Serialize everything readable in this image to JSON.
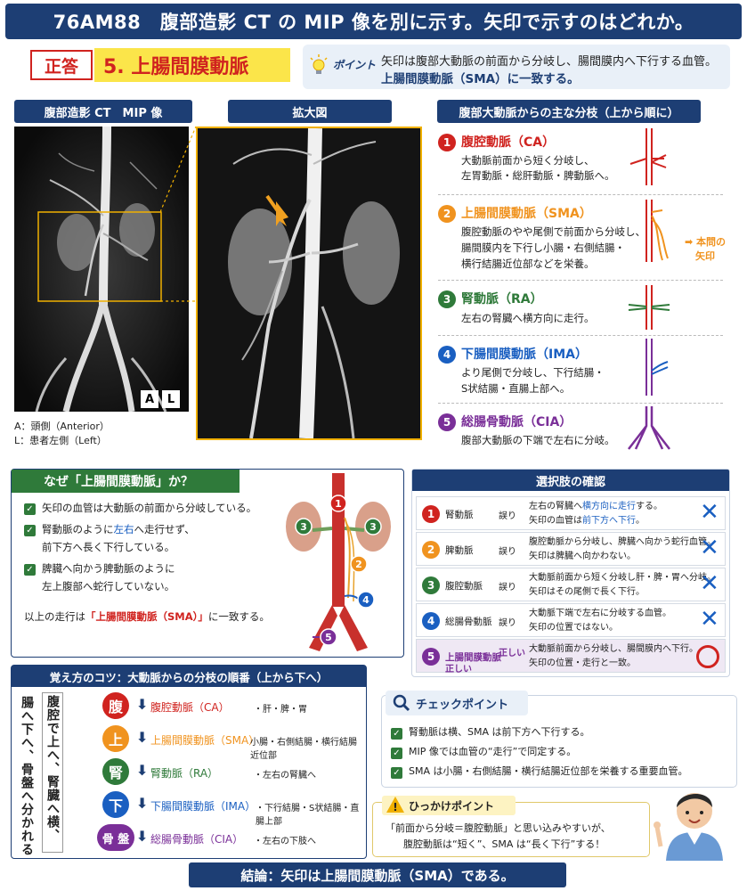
{
  "header": {
    "title": "76AM88　腹部造影 CT の MIP 像を別に示す。矢印で示すのはどれか。"
  },
  "answer": {
    "badge": "正答",
    "text": "5. 上腸間膜動脈"
  },
  "point": {
    "label": "ポイント",
    "line1": "矢印は腹部大動脈の前面から分岐し、腸間膜内へ下行する血管。",
    "line2": "上腸間膜動脈（SMA）に一致する。"
  },
  "panels": {
    "ct_title": "腹部造影 CT　MIP 像",
    "zoom_title": "拡大図",
    "branches_title": "腹部大動脈からの主な分枝（上から順に）",
    "orient_a": "A",
    "orient_l": "L",
    "caption_a": "A：頭側（Anterior）",
    "caption_l": "L：患者左側（Left）"
  },
  "branches": [
    {
      "num": "1",
      "name": "腹腔動脈（CA）",
      "color": "#d0231f",
      "desc1": "大動脈前面から短く分岐し、",
      "desc2": "左胃動脈・総肝動脈・脾動脈へ。",
      "desc3": ""
    },
    {
      "num": "2",
      "name": "上腸間膜動脈（SMA）",
      "color": "#f0931f",
      "desc1": "腹腔動脈のやや尾側で前面から分岐し、",
      "desc2": "腸間膜内を下行し小腸・右側結腸・",
      "desc3": "横行結腸近位部などを栄養。"
    },
    {
      "num": "3",
      "name": "腎動脈（RA）",
      "color": "#2f7a3a",
      "desc1": "左右の腎臓へ横方向に走行。",
      "desc2": "",
      "desc3": ""
    },
    {
      "num": "4",
      "name": "下腸間膜動脈（IMA）",
      "color": "#1a5fc1",
      "desc1": "より尾側で分岐し、下行結腸・",
      "desc2": "S状結腸・直腸上部へ。",
      "desc3": ""
    },
    {
      "num": "5",
      "name": "総腸骨動脈（CIA）",
      "color": "#7a2f98",
      "desc1": "腹部大動脈の下端で左右に分岐。",
      "desc2": "",
      "desc3": ""
    }
  ],
  "arrow_note": {
    "arrow": "➡",
    "line1": "本問の",
    "line2": "矢印"
  },
  "why": {
    "title": "なぜ「上腸間膜動脈」か？",
    "r1": "矢印の血管は大動脈の前面から分岐している。",
    "r2a": "腎動脈のように",
    "r2b": "左右",
    "r2c": "へ走行せず、",
    "r2d": "前下方へ長く下行している。",
    "r3a": "脾臓へ向かう脾動脈のように",
    "r3b": "左上腹部へ蛇行していない。",
    "concl_a": "以上の走行は",
    "concl_b": "「上腸間膜動脈（SMA）」",
    "concl_c": "に一致する。",
    "d1": "1",
    "d2": "2",
    "d3": "3",
    "d4": "4",
    "d5": "5"
  },
  "options": {
    "title": "選択肢の確認",
    "rows": [
      {
        "num": "1",
        "color": "#d0231f",
        "name": "腎動脈",
        "judge": "誤り",
        "d1": "左右の腎臓へ",
        "d1h": "横方向に走行",
        "d1e": "する。",
        "d2": "矢印の血管は",
        "d2h": "前下方へ下行",
        "d2e": "。",
        "mark": "✕"
      },
      {
        "num": "2",
        "color": "#f0931f",
        "name": "脾動脈",
        "judge": "誤り",
        "d1": "腹腔動脈から分岐し、脾臓へ向かう蛇行血管。",
        "d1h": "",
        "d1e": "",
        "d2": "矢印は脾臓へ向かわない。",
        "d2h": "",
        "d2e": "",
        "mark": "✕"
      },
      {
        "num": "3",
        "color": "#2f7a3a",
        "name": "腹腔動脈",
        "judge": "誤り",
        "d1": "大動脈前面から短く分岐し肝・脾・胃へ分岐。",
        "d1h": "",
        "d1e": "",
        "d2": "矢印はその尾側で長く下行。",
        "d2h": "",
        "d2e": "",
        "mark": "✕"
      },
      {
        "num": "4",
        "color": "#1a5fc1",
        "name": "総腸骨動脈",
        "judge": "誤り",
        "d1": "大動脈下端で左右に分岐する血管。",
        "d1h": "",
        "d1e": "",
        "d2": "矢印の位置ではない。",
        "d2h": "",
        "d2e": "",
        "mark": "✕"
      },
      {
        "num": "5",
        "color": "#7a2f98",
        "name": "上腸間膜動脈",
        "judge": "正しい",
        "d1": "大動脈前面から分岐し、腸間膜内へ下行。",
        "d1h": "",
        "d1e": "",
        "d2": "矢印の位置・走行と一致。",
        "d2h": "",
        "d2e": "",
        "mark": ""
      }
    ],
    "extra_correct": "正しい"
  },
  "memory": {
    "title": "覚え方のコツ：大動脈からの分枝の順番（上から下へ）",
    "vertical1": "腸へ下へ、骨盤へ分かれる",
    "vertical2": "腹腔で上へ、腎臓へ横、",
    "items": [
      {
        "kanji": "腹",
        "color": "#d0231f",
        "name": "腹腔動脈（CA）",
        "note": "・肝・脾・胃"
      },
      {
        "kanji": "上",
        "color": "#f0931f",
        "name": "上腸間膜動脈（SMA）",
        "note": "小腸・右側結腸・横行結腸近位部"
      },
      {
        "kanji": "腎",
        "color": "#2f7a3a",
        "name": "腎動脈（RA）",
        "note": "・左右の腎臓へ"
      },
      {
        "kanji": "下",
        "color": "#1a5fc1",
        "name": "下腸間膜動脈（IMA）",
        "note": "・下行結腸・S状結腸・直腸上部"
      },
      {
        "kanji": "骨 盤",
        "color": "#7a2f98",
        "name": "総腸骨動脈（CIA）",
        "note": "・左右の下肢へ"
      }
    ]
  },
  "check": {
    "title": "チェックポイント",
    "items": [
      "腎動脈は横、SMA は前下方へ下行する。",
      "MIP 像では血管の“走行”で同定する。",
      "SMA は小腸・右側結腸・横行結腸近位部を栄養する重要血管。"
    ]
  },
  "trap": {
    "title": "ひっかけポイント",
    "line1": "「前面から分岐＝腹腔動脈」と思い込みやすいが、",
    "line2": "腹腔動脈は“短く”、SMA は“長く下行”する！"
  },
  "conclusion": {
    "text": "結論：矢印は上腸間膜動脈（SMA）である。"
  },
  "colors": {
    "navy": "#1d3e74",
    "red": "#d0231f",
    "orange": "#f0931f",
    "green": "#2f7a3a",
    "blue": "#1a5fc1",
    "purple": "#7a2f98",
    "yellow": "#fbe54a"
  }
}
